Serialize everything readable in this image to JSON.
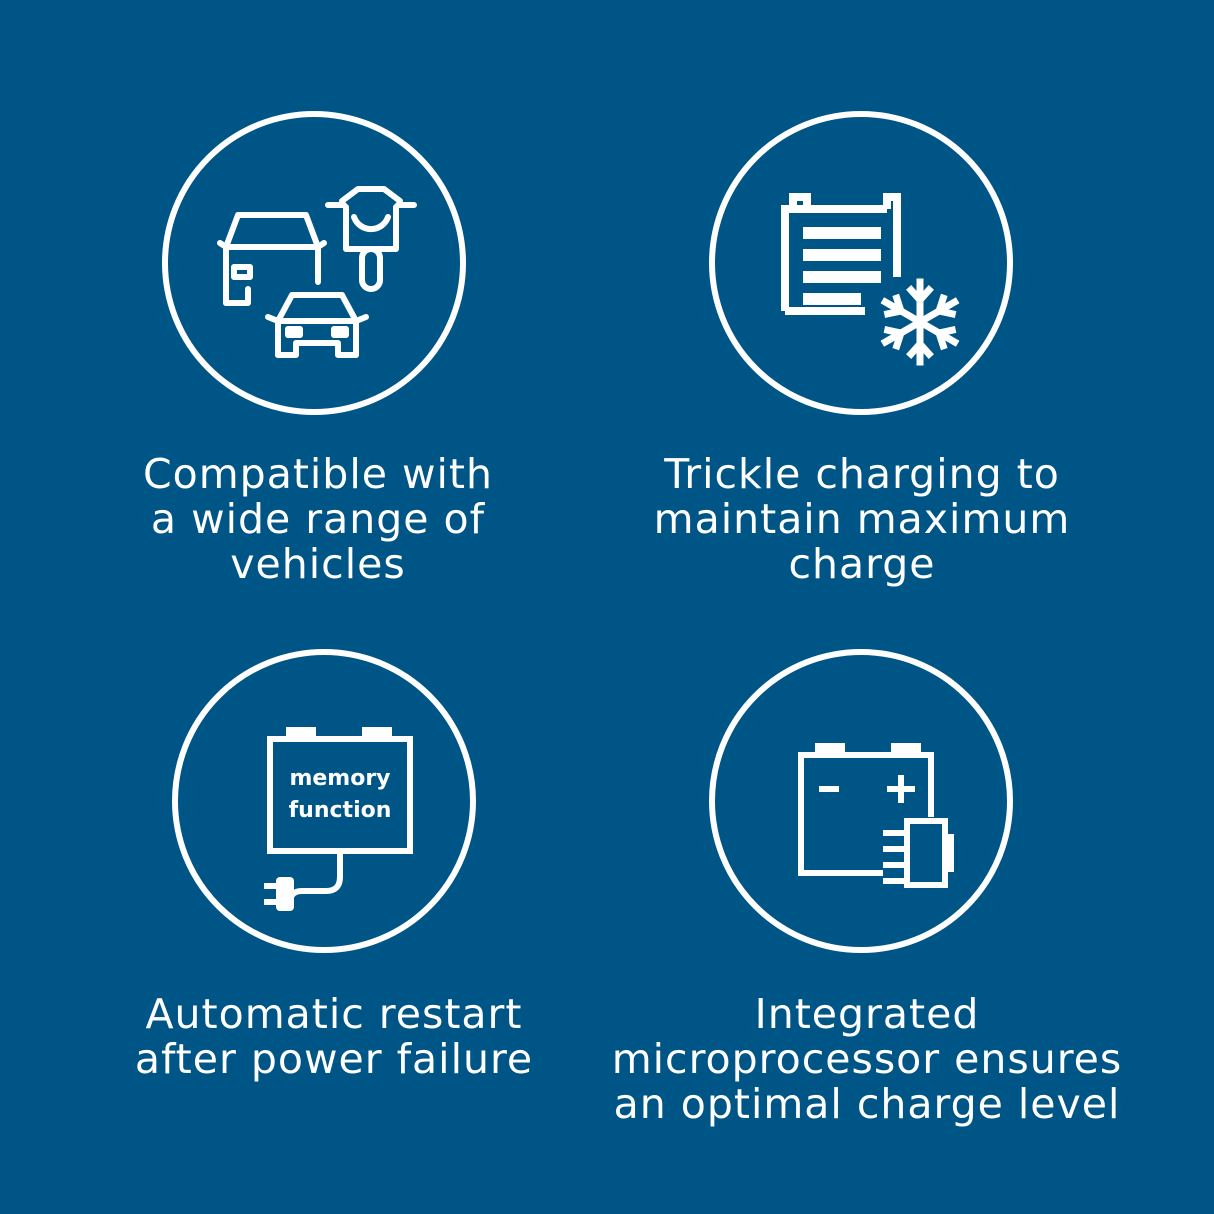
{
  "features": [
    {
      "icon": "vehicles-icon",
      "lines": [
        "Compatible with",
        "a wide range of",
        "vehicles"
      ]
    },
    {
      "icon": "battery-snowflake-icon",
      "lines": [
        "Trickle charging to",
        "maintain maximum",
        "charge"
      ]
    },
    {
      "icon": "battery-plug-icon",
      "icon_text": [
        "memory",
        "function"
      ],
      "lines": [
        "Automatic restart",
        "after power failure"
      ]
    },
    {
      "icon": "battery-microchip-icon",
      "lines": [
        "Integrated",
        "microprocessor ensures",
        "an optimal charge level"
      ]
    }
  ],
  "colors": {
    "background": "#005587",
    "foreground": "#ffffff"
  }
}
